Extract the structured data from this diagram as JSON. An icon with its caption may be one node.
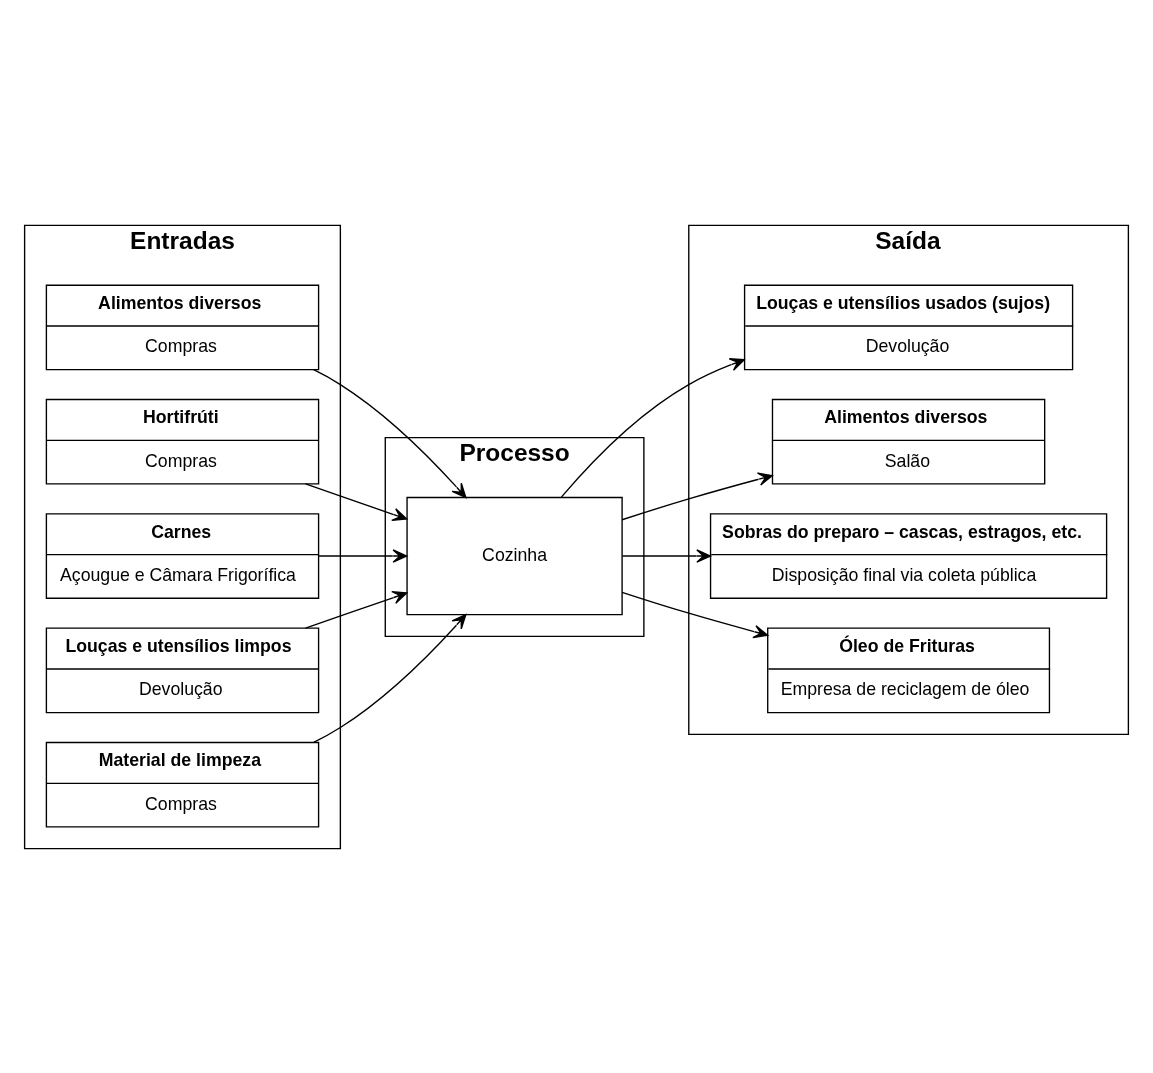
{
  "diagram": {
    "nodes": [
      {
        "text": [
          "Entradas"
        ]
      },
      {
        "text": [
          "Processo"
        ]
      },
      {
        "text": [
          "Saída"
        ]
      },
      {
        "text": [
          "Alimentos diversos",
          "Compras"
        ],
        "in": 0
      },
      {
        "text": [
          "Hortifrúti",
          "Compras"
        ],
        "in": 0
      },
      {
        "text": [
          "Carnes",
          "Açougue e Câmara Frigorífica"
        ],
        "in": 0
      },
      {
        "text": [
          "Louças e utensílios limpos",
          "Devolução"
        ],
        "in": 0
      },
      {
        "text": [
          "Material de limpeza",
          "Compras"
        ],
        "in": 0
      },
      {
        "text": [
          "Cozinha"
        ],
        "in": 1
      },
      {
        "text": [
          "Louças e utensílios usados (sujos)",
          "Devolução"
        ],
        "in": 2
      },
      {
        "text": [
          "Alimentos diversos",
          "Salão"
        ],
        "in": 2
      },
      {
        "text": [
          "Sobras do preparo – cascas, estragos, etc.",
          "Disposição final via coleta pública"
        ],
        "in": 2
      },
      {
        "text": [
          "Óleo de Frituras",
          "Empresa de reciclagem de óleo"
        ],
        "in": 2
      }
    ],
    "edges": [
      {
        "from": 3,
        "to": 8,
        "arrow": "to"
      },
      {
        "from": 4,
        "to": 8,
        "arrow": "to"
      },
      {
        "from": 5,
        "to": 8,
        "arrow": "to"
      },
      {
        "from": 6,
        "to": 8,
        "arrow": "to"
      },
      {
        "from": 7,
        "to": 8,
        "arrow": "to"
      },
      {
        "from": 8,
        "to": 9,
        "arrow": "to"
      },
      {
        "from": 8,
        "to": 10,
        "arrow": "to"
      },
      {
        "from": 8,
        "to": 11,
        "arrow": "to"
      },
      {
        "from": 8,
        "to": 12,
        "arrow": "to"
      }
    ]
  }
}
